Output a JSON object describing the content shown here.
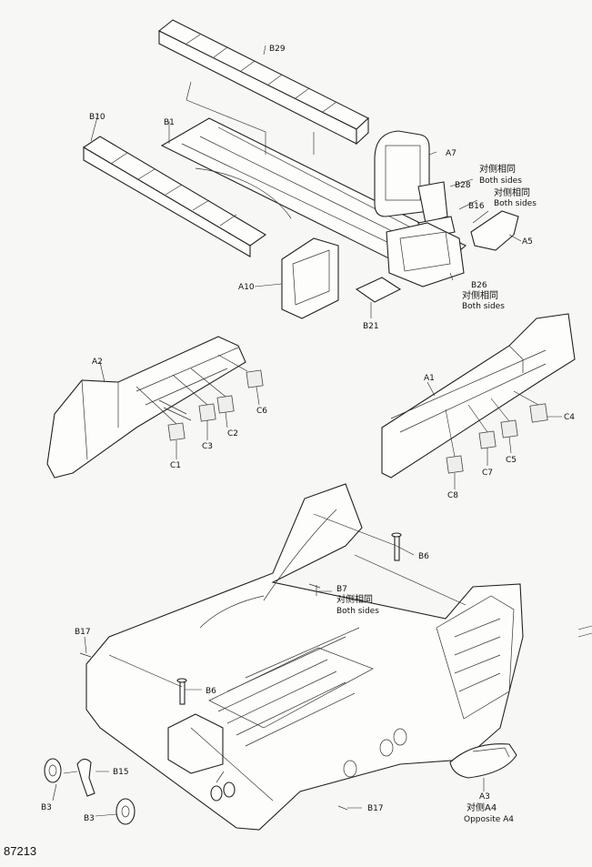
{
  "footer": {
    "code": "87213"
  },
  "labels": {
    "b29": "B29",
    "b10": "B10",
    "b1": "B1",
    "a7": "A7",
    "both1_zh": "对侧相同",
    "both1_en": "Both sides",
    "b28": "B28",
    "both2_zh": "对侧相同",
    "both2_en": "Both sides",
    "b16": "B16",
    "a5": "A5",
    "a10": "A10",
    "b26": "B26",
    "both3_zh": "对侧相同",
    "both3_en": "Both sides",
    "b21": "B21",
    "a2": "A2",
    "c6": "C6",
    "c2": "C2",
    "c3": "C3",
    "c1": "C1",
    "a1": "A1",
    "c4": "C4",
    "c7": "C7",
    "c5": "C5",
    "c8": "C8",
    "b6_top": "B6",
    "b7": "B7",
    "both4_zh": "对侧相同",
    "both4_en": "Both sides",
    "b17_top": "B17",
    "b6_mid": "B6",
    "b15": "B15",
    "b3_left": "B3",
    "b3_bottom": "B3",
    "b17_bottom": "B17",
    "a3": "A3",
    "opp_zh": "对侧A4",
    "opp_en": "Opposite A4"
  }
}
